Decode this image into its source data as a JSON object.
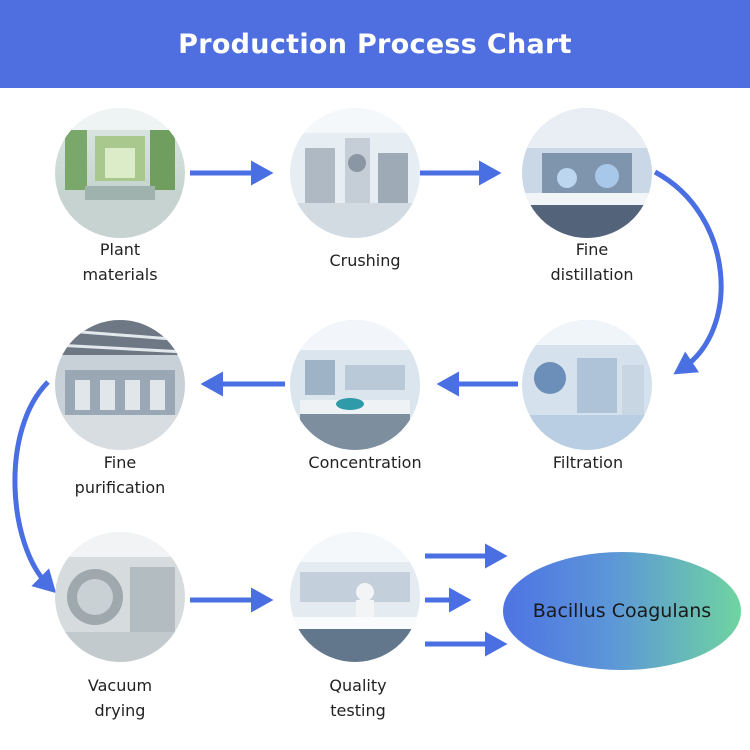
{
  "header": {
    "title": "Production Process Chart"
  },
  "steps": [
    {
      "label": "Plant\nmaterials",
      "icon": "greenhouse-photo"
    },
    {
      "label": "Crushing",
      "icon": "factory-machinery-photo"
    },
    {
      "label": "Fine\ndistillation",
      "icon": "laboratory-glassware-photo"
    },
    {
      "label": "Filtration",
      "icon": "filtration-equipment-photo"
    },
    {
      "label": "Concentration",
      "icon": "lab-workstation-photo"
    },
    {
      "label": "Fine\npurification",
      "icon": "production-hall-photo"
    },
    {
      "label": "Vacuum\ndrying",
      "icon": "vacuum-dryer-photo"
    },
    {
      "label": "Quality\ntesting",
      "icon": "qc-lab-photo"
    }
  ],
  "product": {
    "label": "Bacillus Coagulans"
  },
  "colors": {
    "header": "#4f6fe0",
    "arrow": "#4a6fe3",
    "product_start": "#4e73e4",
    "product_end": "#6fd4a0"
  }
}
